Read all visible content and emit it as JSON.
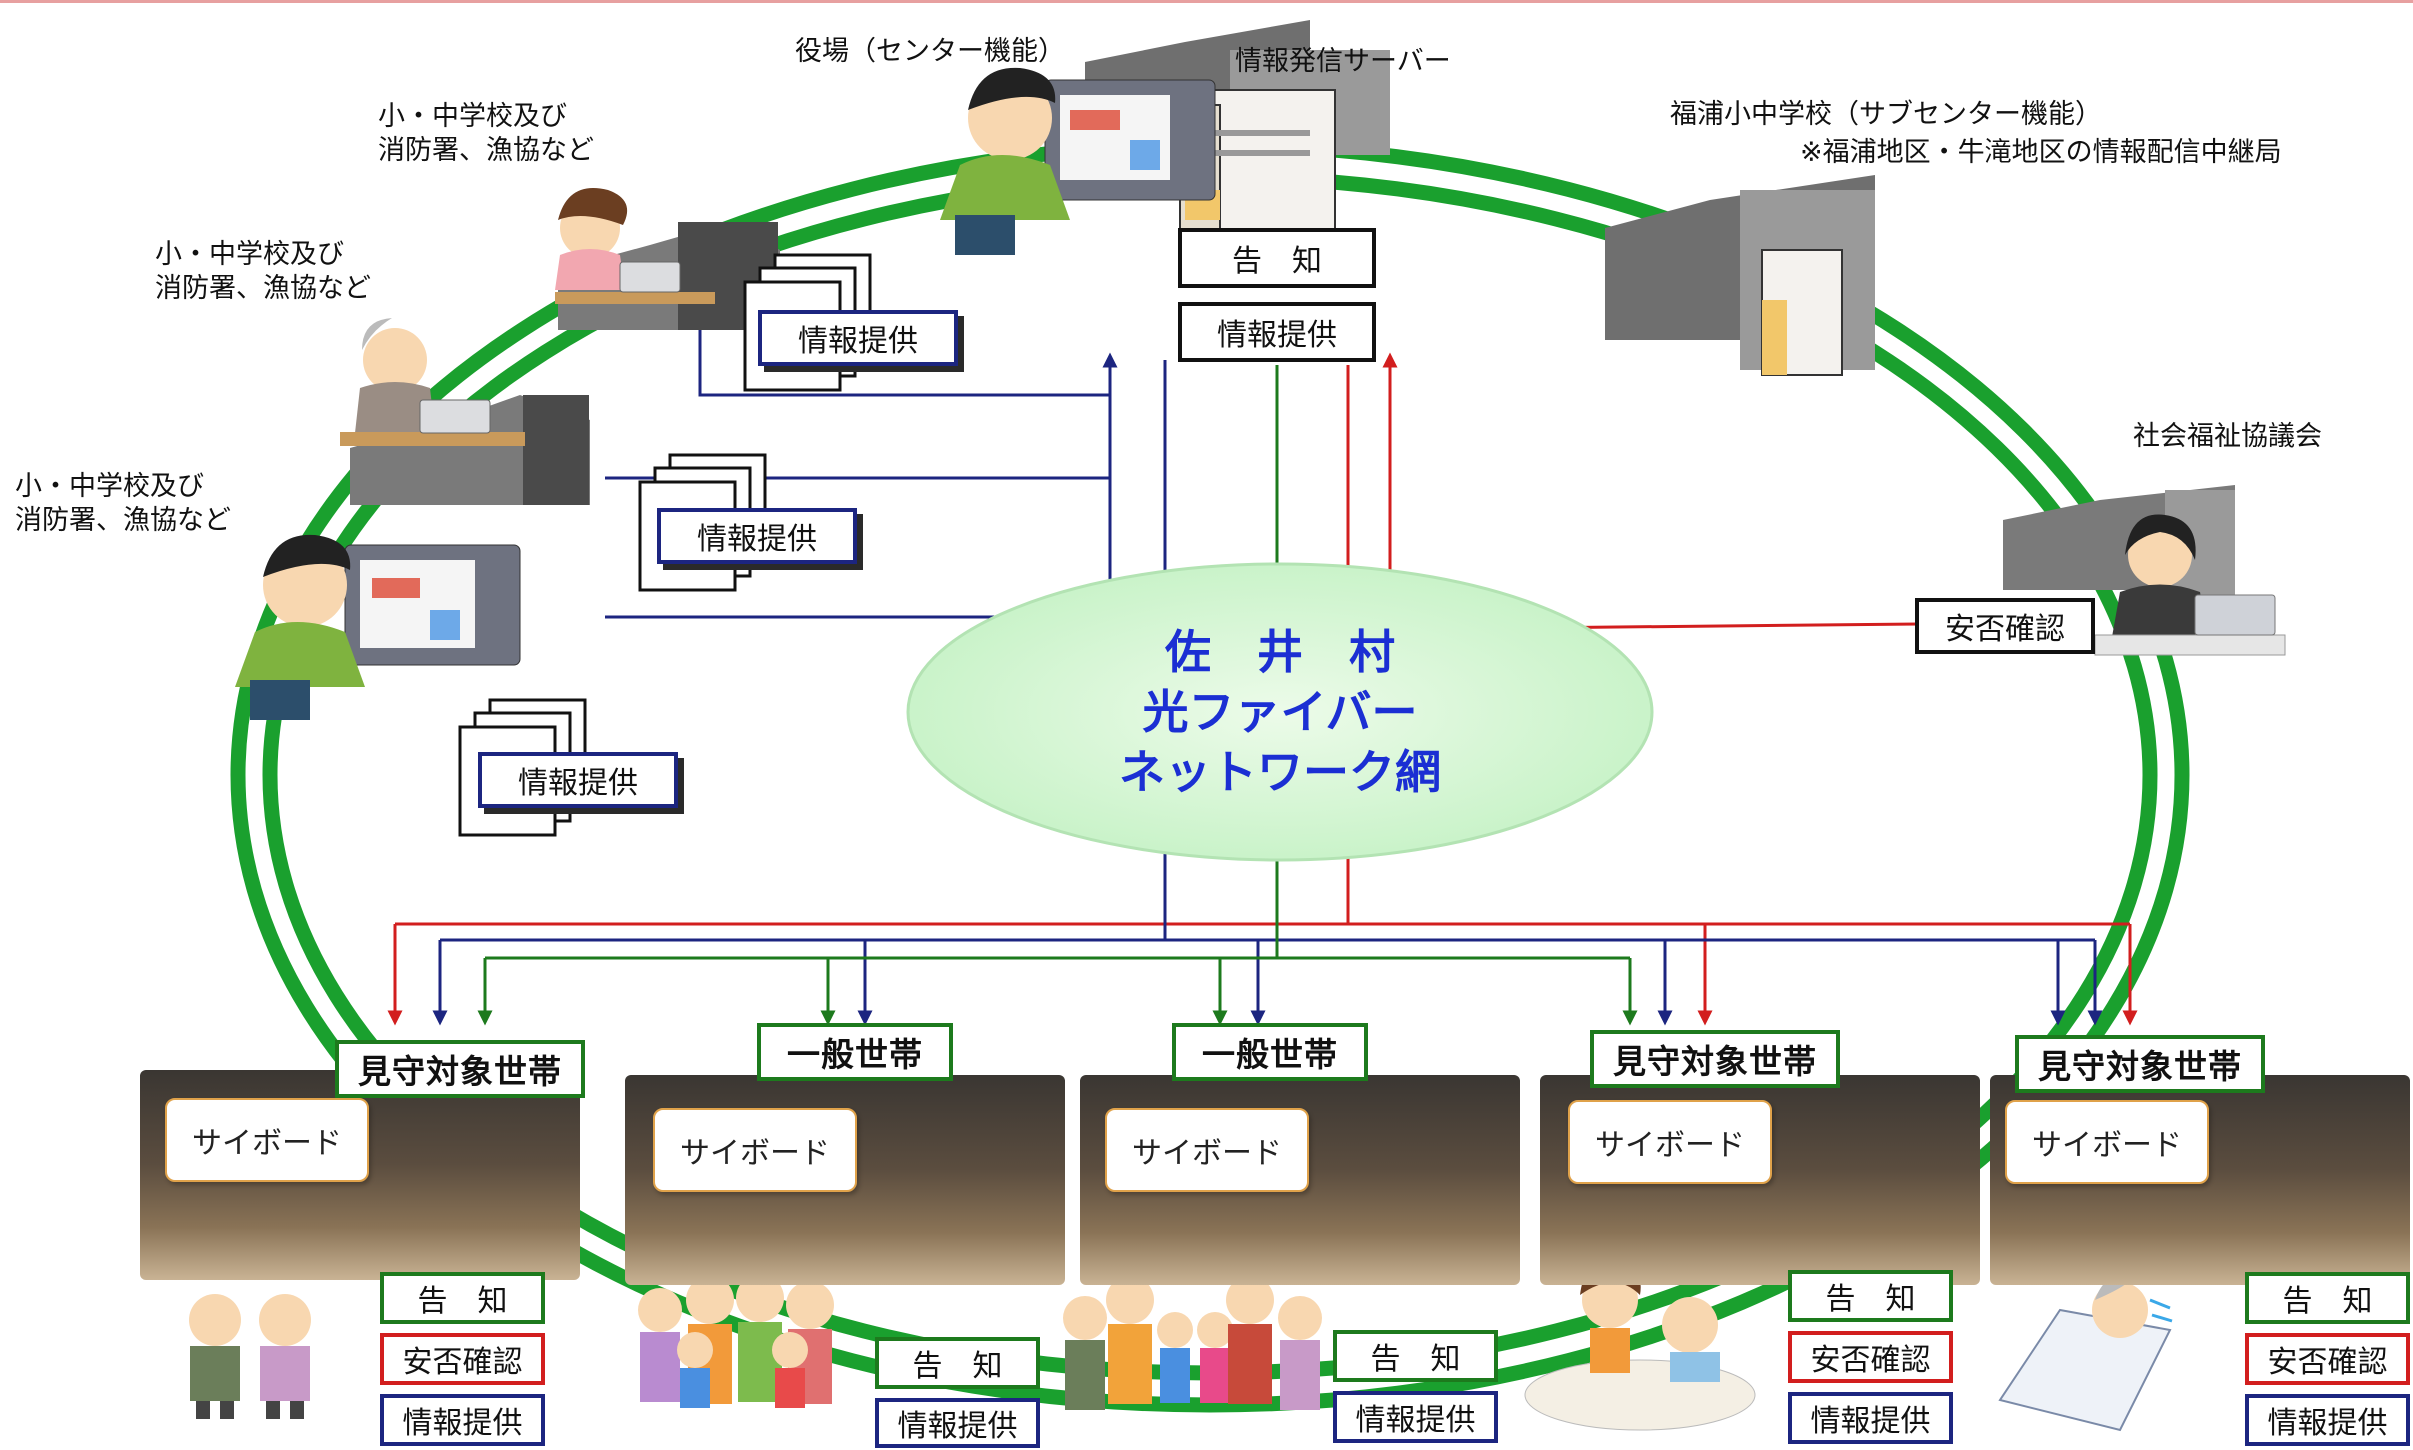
{
  "center": {
    "line1": "佐　井　村",
    "line2": "光ファイバー",
    "line3": "ネットワーク網"
  },
  "nodes": {
    "town_hall": "役場（センター機能）",
    "server": "情報発信サーバー",
    "school_left_1_l1": "小・中学校及び",
    "school_left_1_l2": "消防署、漁協など",
    "school_left_2_l1": "小・中学校及び",
    "school_left_2_l2": "消防署、漁協など",
    "school_left_3_l1": "小・中学校及び",
    "school_left_3_l2": "消防署、漁協など",
    "fukura_l1": "福浦小中学校（サブセンター機能）",
    "fukura_l2": "※福浦地区・牛滝地区の情報配信中継局",
    "welfare": "社会福祉協議会"
  },
  "labels": {
    "announce": "告　知",
    "info": "情報提供",
    "safety": "安否確認",
    "cyboard": "サイボード"
  },
  "households": [
    {
      "title": "見守対象世帯"
    },
    {
      "title": "一般世帯"
    },
    {
      "title": "一般世帯"
    },
    {
      "title": "見守対象世帯"
    },
    {
      "title": "見守対象世帯"
    }
  ],
  "colors": {
    "ring": "#1aa02e",
    "announce_line": "#1d7a1d",
    "info_line": "#1c2580",
    "safety_line": "#d21e1e",
    "center_fill": "#d9f7da",
    "center_text": "#1b2fd3"
  }
}
